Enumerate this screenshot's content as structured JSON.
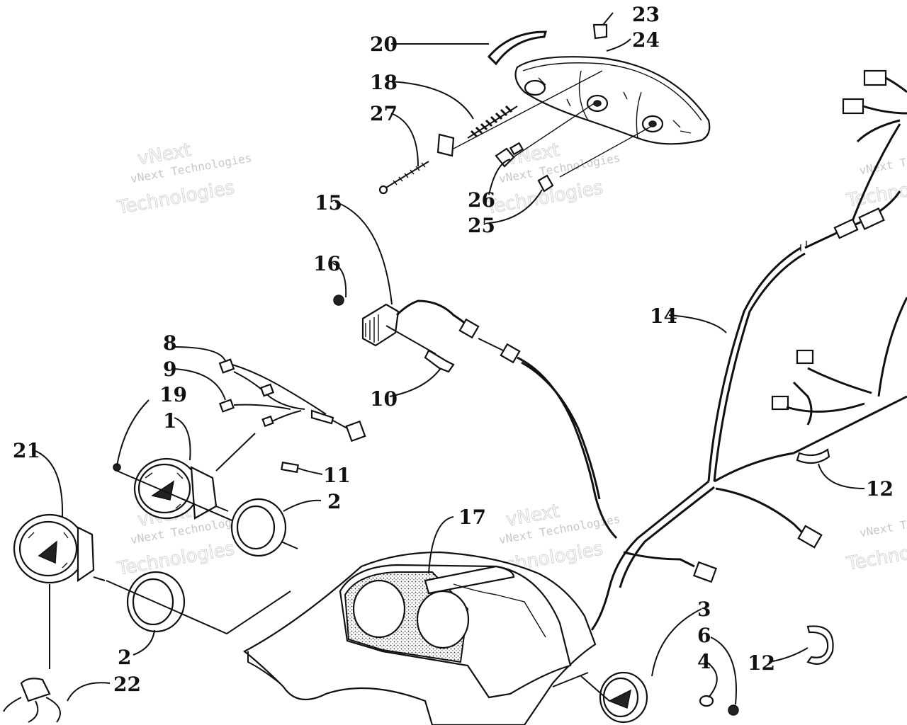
{
  "callouts": {
    "c1": "1",
    "c2a": "2",
    "c2b": "2",
    "c3": "3",
    "c4": "4",
    "c6": "6",
    "c8": "8",
    "c9": "9",
    "c10": "10",
    "c11": "11",
    "c12a": "12",
    "c12b": "12",
    "c14": "14",
    "c15": "15",
    "c16": "16",
    "c17": "17",
    "c18": "18",
    "c19": "19",
    "c20": "20",
    "c21": "21",
    "c22": "22",
    "c23": "23",
    "c24": "24",
    "c25": "25",
    "c26": "26",
    "c27": "27"
  },
  "watermark": {
    "line1": "vNext Technologies",
    "brand": "vNext",
    "line2": "Technologies"
  }
}
